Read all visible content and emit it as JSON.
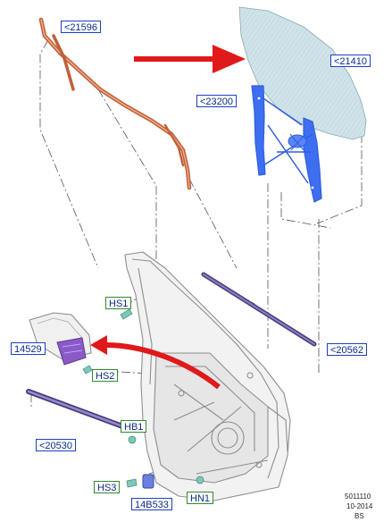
{
  "callouts": {
    "weatherstrip_upper": "<21596",
    "door_glass": "<21410",
    "window_regulator": "<23200",
    "outer_belt_weatherstrip": "<20562",
    "switch_panel": "14529",
    "lower_weatherstrip": "<20530",
    "screw_hs1": "HS1",
    "screw_hs2": "HS2",
    "bolt_hb1": "HB1",
    "screw_hs3": "HS3",
    "connector": "14B533",
    "nut_hn1": "HN1"
  },
  "footer": {
    "number": "5011110",
    "date": "10-2014",
    "code": "BS"
  },
  "colors": {
    "label_blue_border": "#1d3fbf",
    "label_green_border": "#2f8a2f",
    "arrow_red": "#e0191a",
    "regulator_blue": "#2f5fe0",
    "glass_fill": "#c9dfe4",
    "weatherstrip_brown": "#c0603a",
    "belt_purple": "#6b5aa8",
    "switch_purple": "#8a5ac8"
  }
}
